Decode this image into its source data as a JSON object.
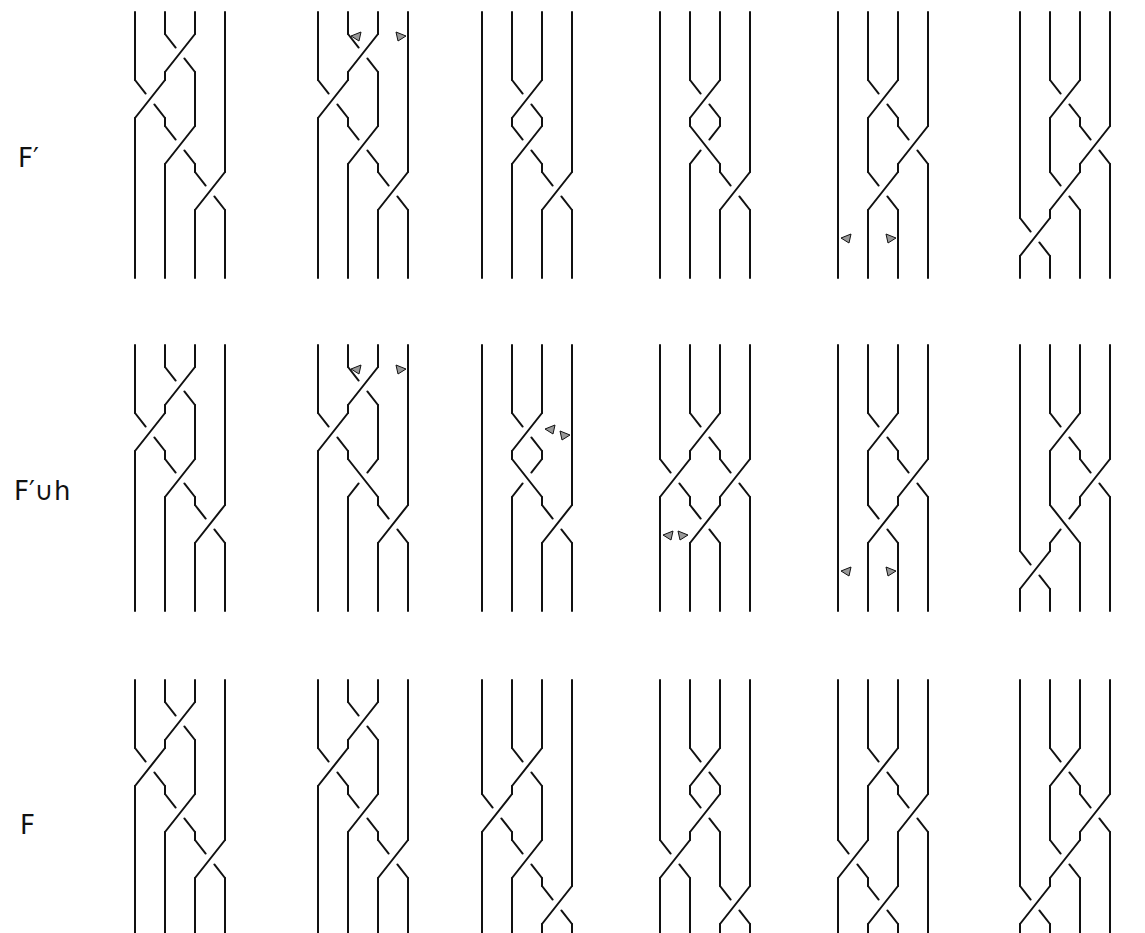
{
  "diagram": {
    "labels": [
      "F′",
      "F′∪h",
      "F"
    ]
  }
}
